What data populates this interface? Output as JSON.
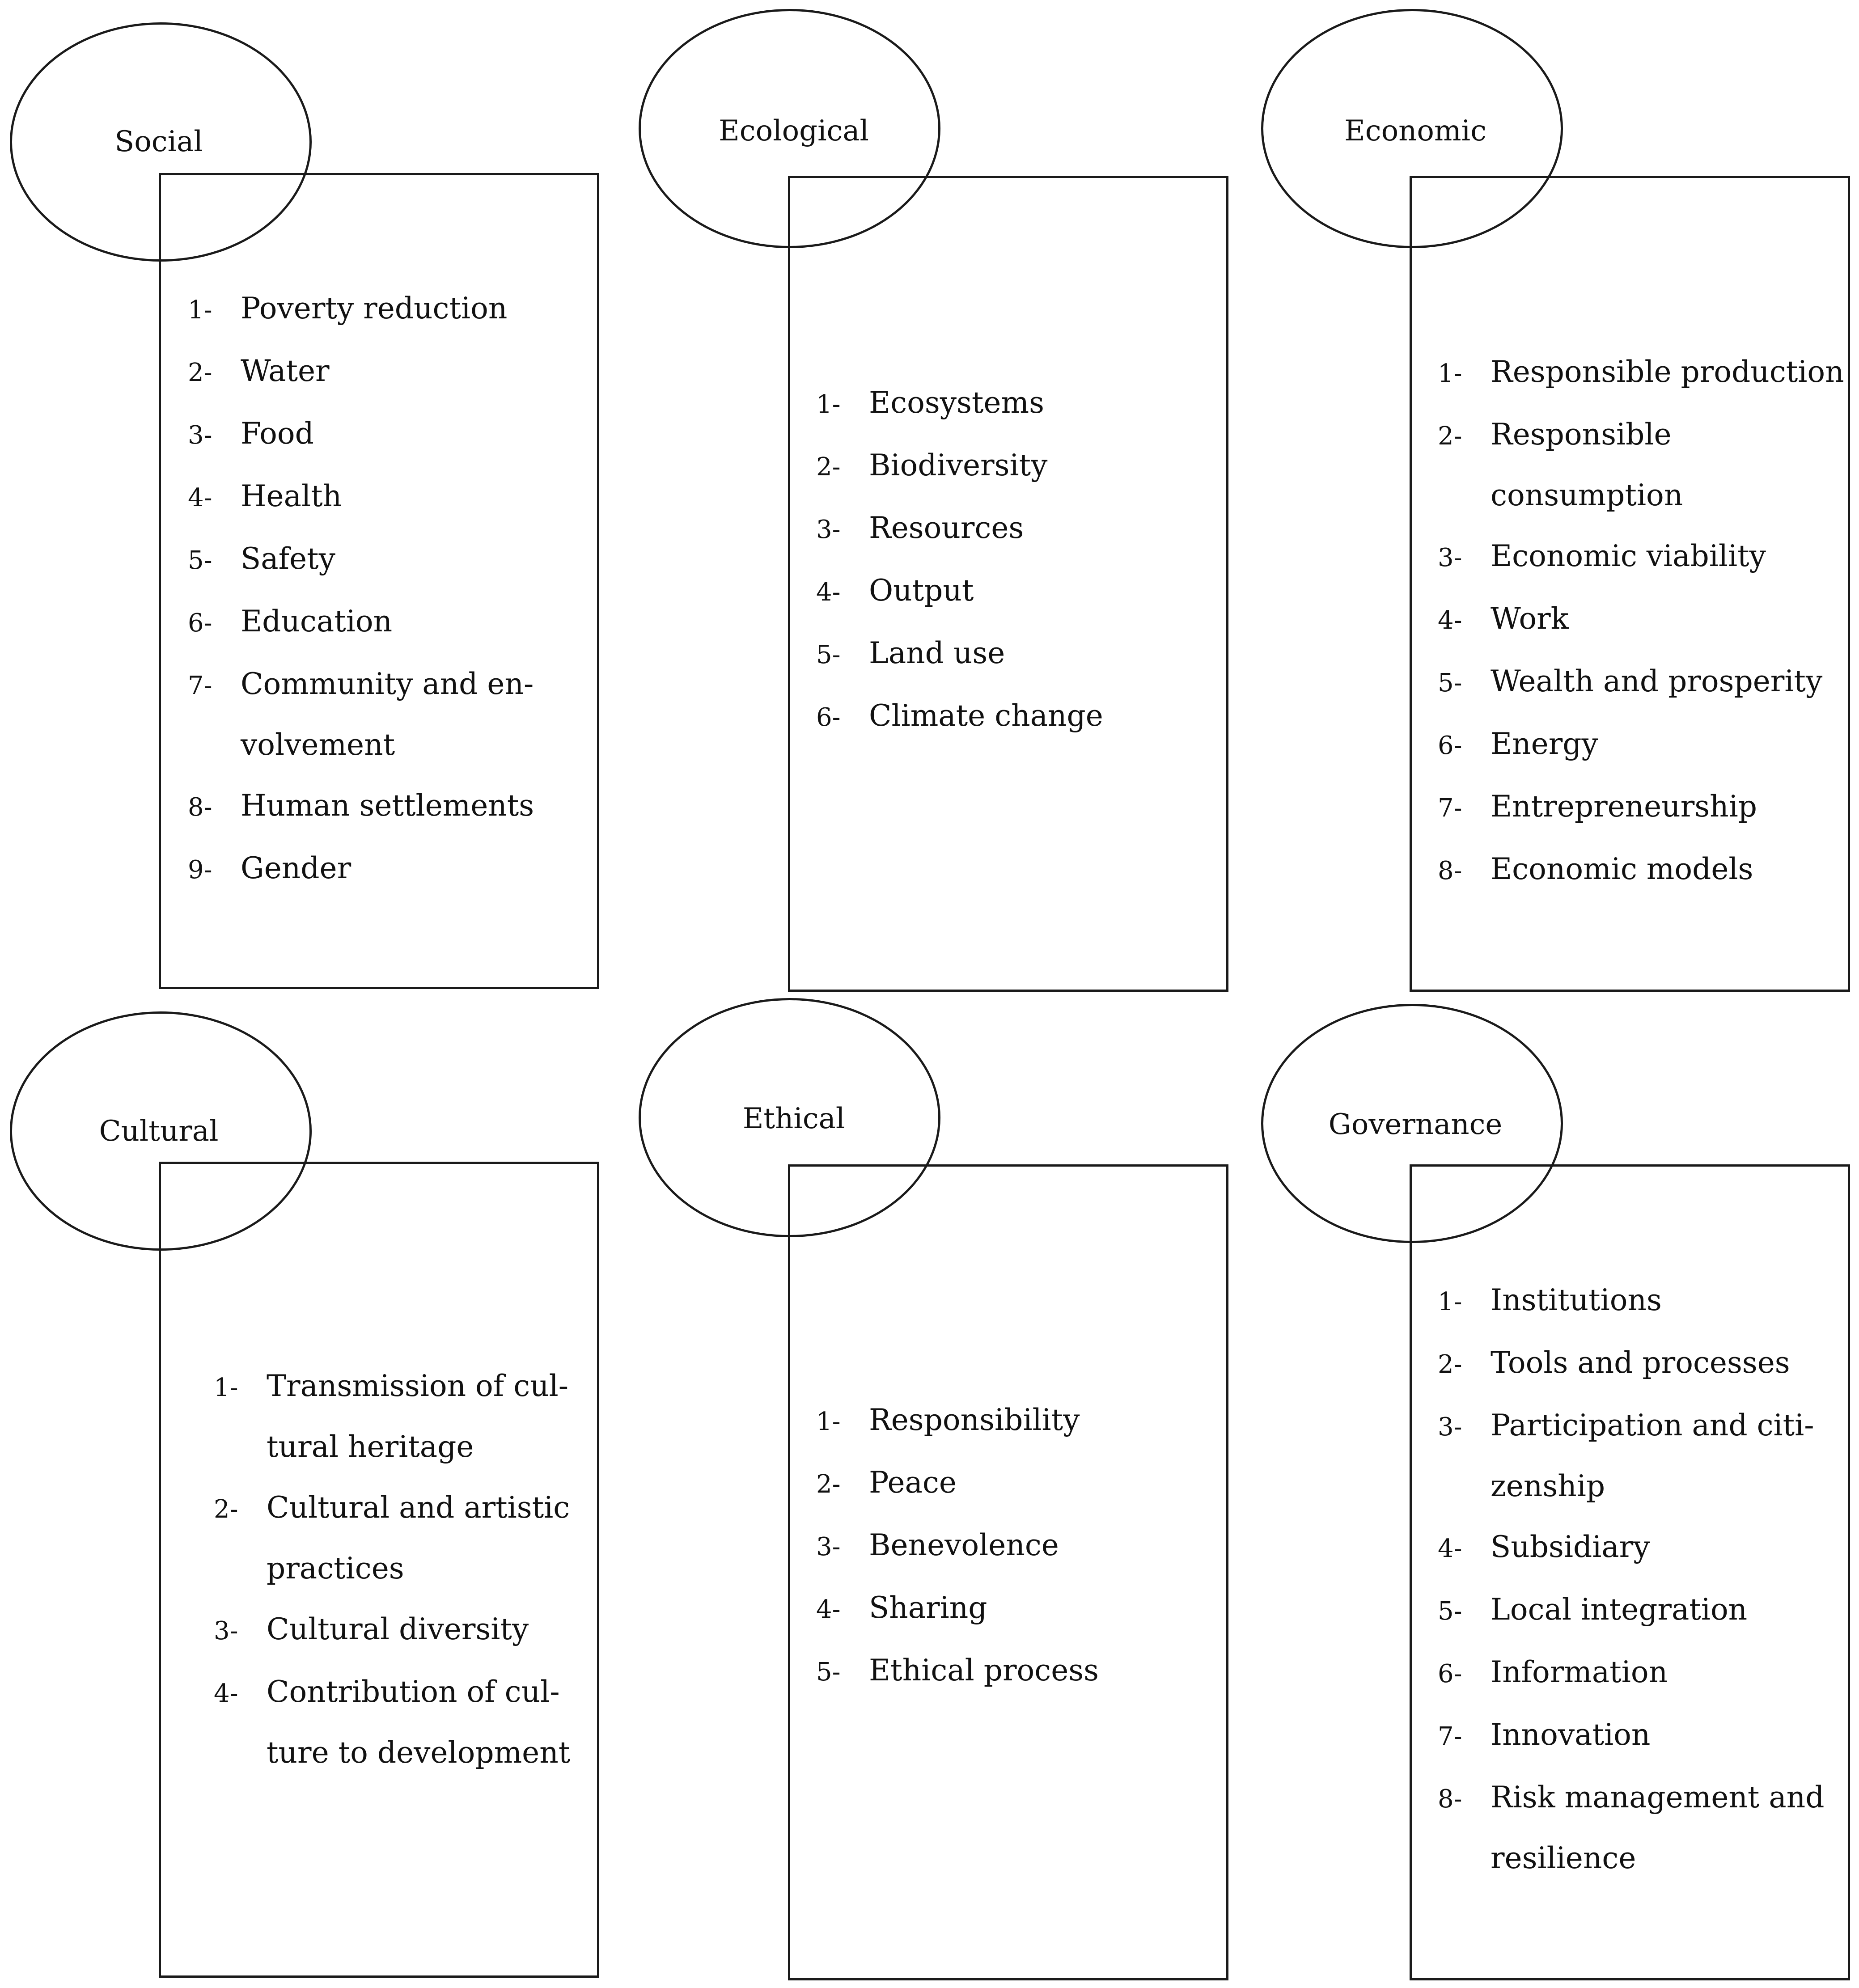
{
  "panels": [
    {
      "title": "Social",
      "items": [
        {
          "num": "1-",
          "text": "Poverty reduction"
        },
        {
          "num": "2-",
          "text": "Water"
        },
        {
          "num": "3-",
          "text": "Food"
        },
        {
          "num": "4-",
          "text": "Health"
        },
        {
          "num": "5-",
          "text": "Safety"
        },
        {
          "num": "6-",
          "text": "Education"
        },
        {
          "num": "7-",
          "text": "Community and en-\nvolvement"
        },
        {
          "num": "8-",
          "text": "Human settlements"
        },
        {
          "num": "9-",
          "text": "Gender"
        }
      ]
    },
    {
      "title": "Ecological",
      "items": [
        {
          "num": "1-",
          "text": "Ecosystems"
        },
        {
          "num": "2-",
          "text": "Biodiversity"
        },
        {
          "num": "3-",
          "text": "Resources"
        },
        {
          "num": "4-",
          "text": "Output"
        },
        {
          "num": "5-",
          "text": "Land use"
        },
        {
          "num": "6-",
          "text": "Climate change"
        }
      ]
    },
    {
      "title": "Economic",
      "items": [
        {
          "num": "1-",
          "text": "Responsible production"
        },
        {
          "num": "2-",
          "text": "Responsible consumption"
        },
        {
          "num": "3-",
          "text": "Economic viability"
        },
        {
          "num": "4-",
          "text": "Work"
        },
        {
          "num": "5-",
          "text": "Wealth and prosperity"
        },
        {
          "num": "6-",
          "text": "Energy"
        },
        {
          "num": "7-",
          "text": "Entrepreneurship"
        },
        {
          "num": "8-",
          "text": "Economic models"
        }
      ]
    },
    {
      "title": "Cultural",
      "items": [
        {
          "num": "1-",
          "text": "Transmission of cul-\ntural heritage"
        },
        {
          "num": "2-",
          "text": "Cultural and artistic\npractices"
        },
        {
          "num": "3-",
          "text": "Cultural diversity"
        },
        {
          "num": "4-",
          "text": "Contribution of cul-\nture to development"
        }
      ]
    },
    {
      "title": "Ethical",
      "items": [
        {
          "num": "1-",
          "text": "Responsibility"
        },
        {
          "num": "2-",
          "text": "Peace"
        },
        {
          "num": "3-",
          "text": "Benevolence"
        },
        {
          "num": "4-",
          "text": "Sharing"
        },
        {
          "num": "5-",
          "text": "Ethical process"
        }
      ]
    },
    {
      "title": "Governance",
      "items": [
        {
          "num": "1-",
          "text": "Institutions"
        },
        {
          "num": "2-",
          "text": "Tools and processes"
        },
        {
          "num": "3-",
          "text": "Participation and citi-\nzenship"
        },
        {
          "num": "4-",
          "text": "Subsidiary"
        },
        {
          "num": "5-",
          "text": "Local integration"
        },
        {
          "num": "6-",
          "text": "Information"
        },
        {
          "num": "7-",
          "text": "Innovation"
        },
        {
          "num": "8-",
          "text": "Risk management and\nresilience"
        }
      ]
    }
  ]
}
